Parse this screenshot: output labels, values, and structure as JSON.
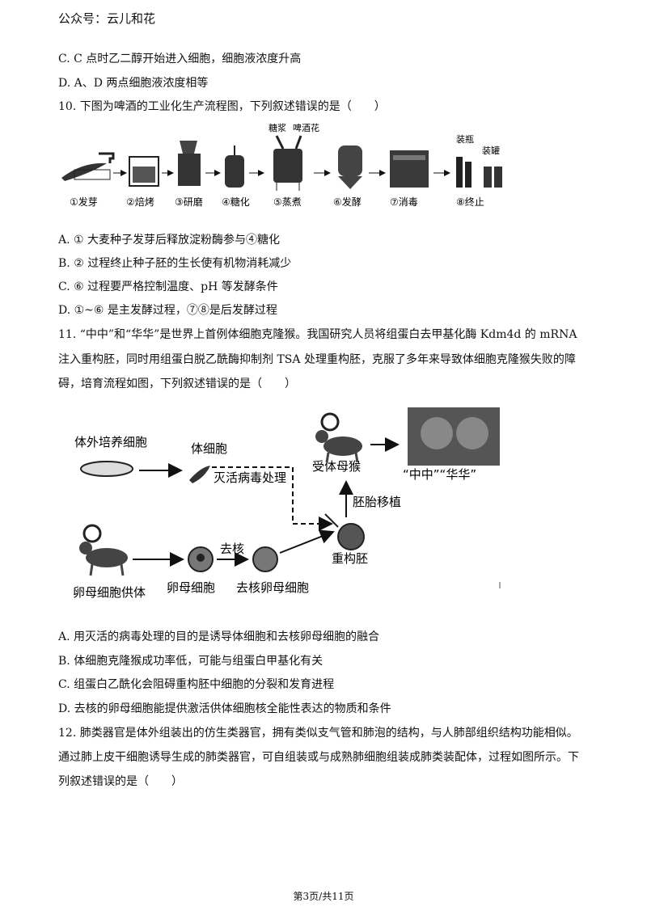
{
  "header": "公众号：云儿和花",
  "q9": {
    "optC": "C. C 点时乙二醇开始进入细胞，细胞液浓度升高",
    "optD": "D. A、D 两点细胞液浓度相等"
  },
  "q10": {
    "stem": "10. 下图为啤酒的工业化生产流程图，下列叙述错误的是（　　）",
    "figure": {
      "top_labels": [
        "糖浆",
        "啤酒花",
        "装瓶",
        "装罐"
      ],
      "steps": [
        "①发芽",
        "②焙烤",
        "③研磨",
        "④糖化",
        "⑤蒸煮",
        "⑥发酵",
        "⑦消毒",
        "⑧终止"
      ]
    },
    "optA": "A. ① 大麦种子发芽后释放淀粉酶参与④糖化",
    "optB": "B. ② 过程终止种子胚的生长使有机物消耗减少",
    "optC": "C. ⑥ 过程要严格控制温度、pH 等发酵条件",
    "optD": "D. ①~⑥ 是主发酵过程，⑦⑧是后发酵过程"
  },
  "q11": {
    "stem1": "11. “中中”和“华华”是世界上首例体细胞克隆猴。我国研究人员将组蛋白去甲基化酶 Kdm4d 的 mRNA",
    "stem2": "注入重构胚，同时用组蛋白脱乙酰酶抑制剂 TSA 处理重构胚，克服了多年来导致体细胞克隆猴失败的障",
    "stem3": "碍，培育流程如图，下列叙述错误的是（　　）",
    "figure": {
      "culture": "体外培养细胞",
      "somatic": "体细胞",
      "virus": "灭活病毒处理",
      "surrogate": "受体母猴",
      "names": "“中中”“华华”",
      "transfer": "胚胎移植",
      "reconstructed": "重构胚",
      "enucleate": "去核",
      "donor": "卵母细胞供体",
      "oocyte": "卵母细胞",
      "enucleated_oocyte": "去核卵母细胞"
    },
    "optA": "A. 用灭活的病毒处理的目的是诱导体细胞和去核卵母细胞的融合",
    "optB": "B. 体细胞克隆猴成功率低，可能与组蛋白甲基化有关",
    "optC": "C. 组蛋白乙酰化会阻碍重构胚中细胞的分裂和发育进程",
    "optD": "D. 去核的卵母细胞能提供激活供体细胞核全能性表达的物质和条件"
  },
  "q12": {
    "stem1": "12. 肺类器官是体外组装出的仿生类器官，拥有类似支气管和肺泡的结构，与人肺部组织结构功能相似。",
    "stem2": "通过肺上皮干细胞诱导生成的肺类器官，可自组装或与成熟肺细胞组装成肺类装配体，过程如图所示。下",
    "stem3": "列叙述错误的是（　　）"
  },
  "footer": "第3页/共11页"
}
